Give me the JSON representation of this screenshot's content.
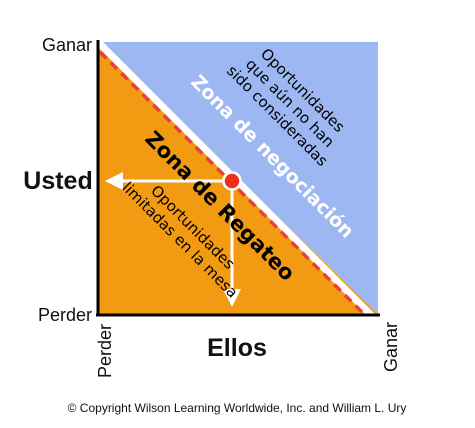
{
  "axes": {
    "y_label": "Usted",
    "x_label": "Ellos",
    "y_top": "Ganar",
    "y_bottom": "Perder",
    "x_left": "Perder",
    "x_right": "Ganar"
  },
  "regions": {
    "negotiation_zone": "Zona de negociación",
    "opportunities_top": [
      "Oportunidades",
      "que aún no han",
      "sido consideradas"
    ],
    "bargaining_zone": "Zona de Regateo",
    "opportunities_bottom": [
      "Oportunidades",
      "limitadas en la mesa"
    ]
  },
  "colors": {
    "blue_zone": "#9DB7F3",
    "orange_zone": "#F29B12",
    "dashed_line": "#E8413A",
    "point": "#E8321F",
    "axis": "#000000"
  },
  "copyright": "© Copyright Wilson Learning Worldwide, Inc. and William L. Ury"
}
